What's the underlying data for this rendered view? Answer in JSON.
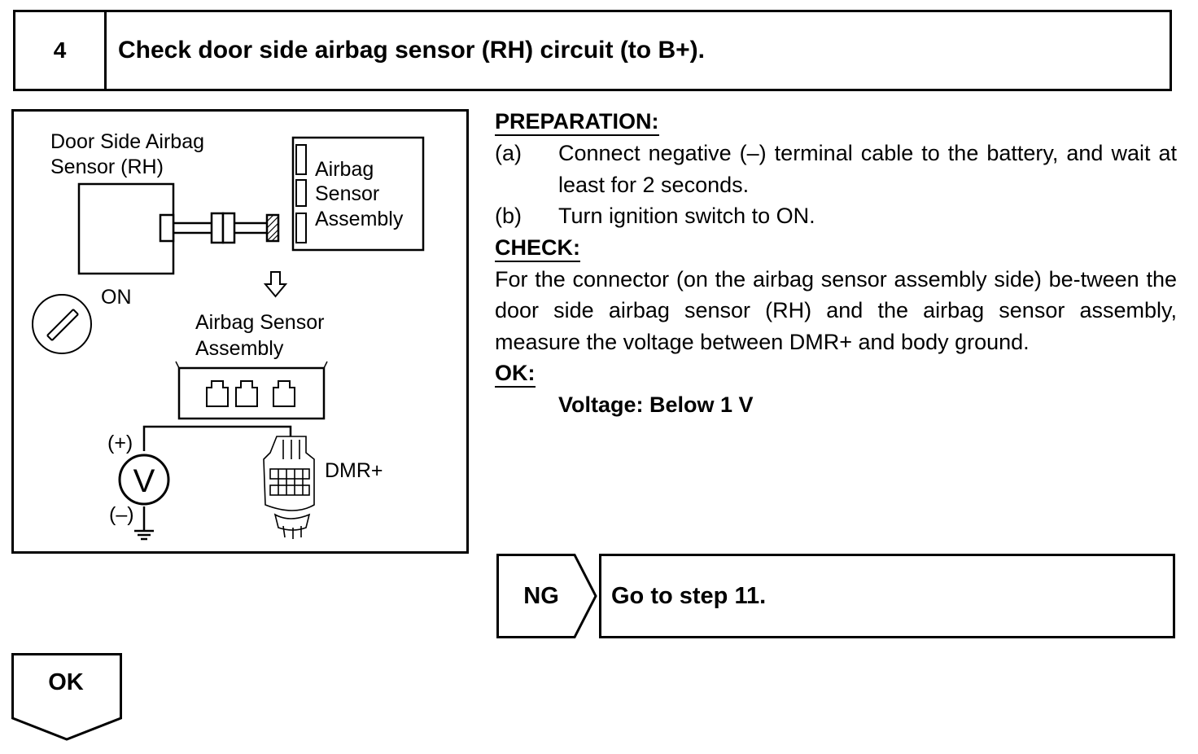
{
  "step": {
    "number": "4",
    "title": "Check door side airbag sensor (RH) circuit (to B+)."
  },
  "diagram": {
    "sensor_label_line1": "Door Side Airbag",
    "sensor_label_line2": "Sensor (RH)",
    "assembly_box_line1": "Airbag",
    "assembly_box_line2": "Sensor",
    "assembly_box_line3": "Assembly",
    "ignition_label": "ON",
    "assembly_label_line1": "Airbag Sensor",
    "assembly_label_line2": "Assembly",
    "plus_label": "(+)",
    "minus_label": "(–)",
    "voltmeter_symbol": "V",
    "terminal_label": "DMR+"
  },
  "instructions": {
    "preparation_heading": "PREPARATION:",
    "prep_items": [
      {
        "tag": "(a)",
        "text": "Connect negative (–) terminal cable to the battery, and wait at least for 2 seconds."
      },
      {
        "tag": "(b)",
        "text": "Turn ignition switch to ON."
      }
    ],
    "check_heading": "CHECK:",
    "check_text": "For the connector (on the airbag sensor assembly side) be-tween the door side airbag sensor (RH) and the airbag sensor assembly, measure the voltage between DMR+ and body ground.",
    "ok_heading": "OK:",
    "ok_spec": "Voltage: Below 1 V"
  },
  "results": {
    "ng_label": "NG",
    "ng_action": "Go to step 11.",
    "ok_label": "OK"
  }
}
